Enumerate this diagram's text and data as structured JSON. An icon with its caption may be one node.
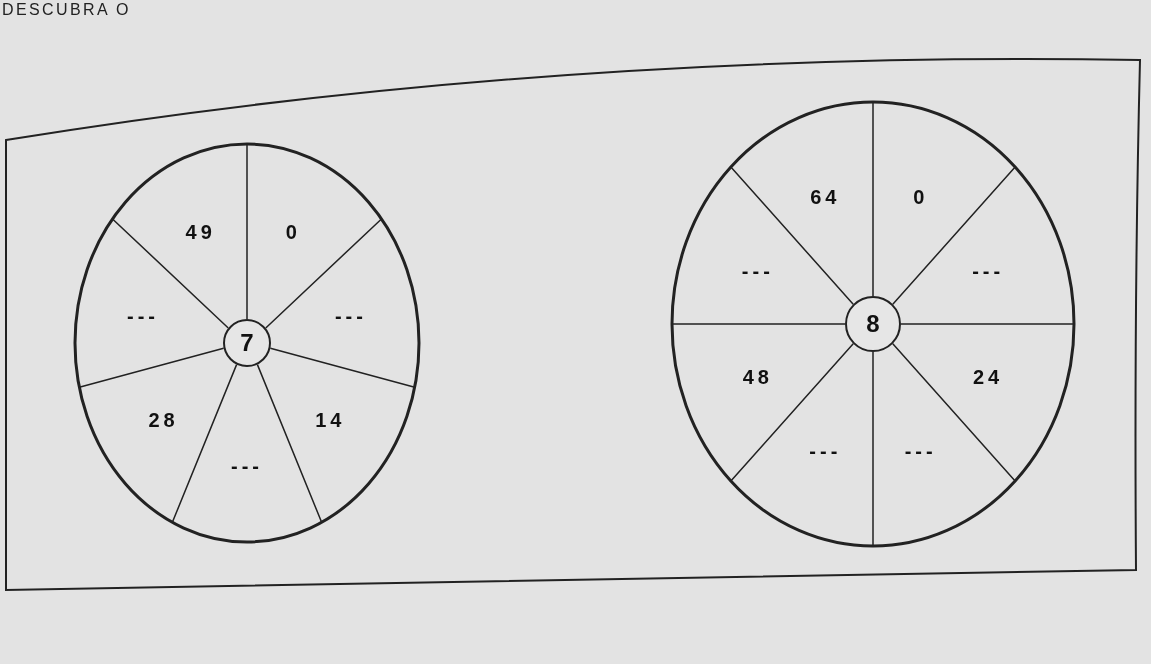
{
  "diagram": {
    "title": "DESCUBRA O",
    "nodes": [
      {
        "text": [],
        "shape": "circle"
      },
      {
        "text": [
          "7"
        ],
        "in": 0
      },
      {
        "text": [
          "0"
        ],
        "in": 0
      },
      {
        "text": [
          "---"
        ],
        "in": 0
      },
      {
        "text": [
          "14"
        ],
        "in": 0
      },
      {
        "text": [
          "---"
        ],
        "in": 0
      },
      {
        "text": [
          "28"
        ],
        "in": 0
      },
      {
        "text": [
          "---"
        ],
        "in": 0
      },
      {
        "text": [
          "49"
        ],
        "in": 0
      },
      {
        "text": [],
        "shape": "circle"
      },
      {
        "text": [
          "8"
        ],
        "in": 9
      },
      {
        "text": [
          "0"
        ],
        "in": 9
      },
      {
        "text": [
          "---"
        ],
        "in": 9
      },
      {
        "text": [
          "24"
        ],
        "in": 9
      },
      {
        "text": [
          "---"
        ],
        "in": 9
      },
      {
        "text": [
          "---"
        ],
        "in": 9
      },
      {
        "text": [
          "48"
        ],
        "in": 9
      },
      {
        "text": [
          "---"
        ],
        "in": 9
      },
      {
        "text": [
          "64"
        ],
        "in": 9
      }
    ],
    "edges": []
  }
}
